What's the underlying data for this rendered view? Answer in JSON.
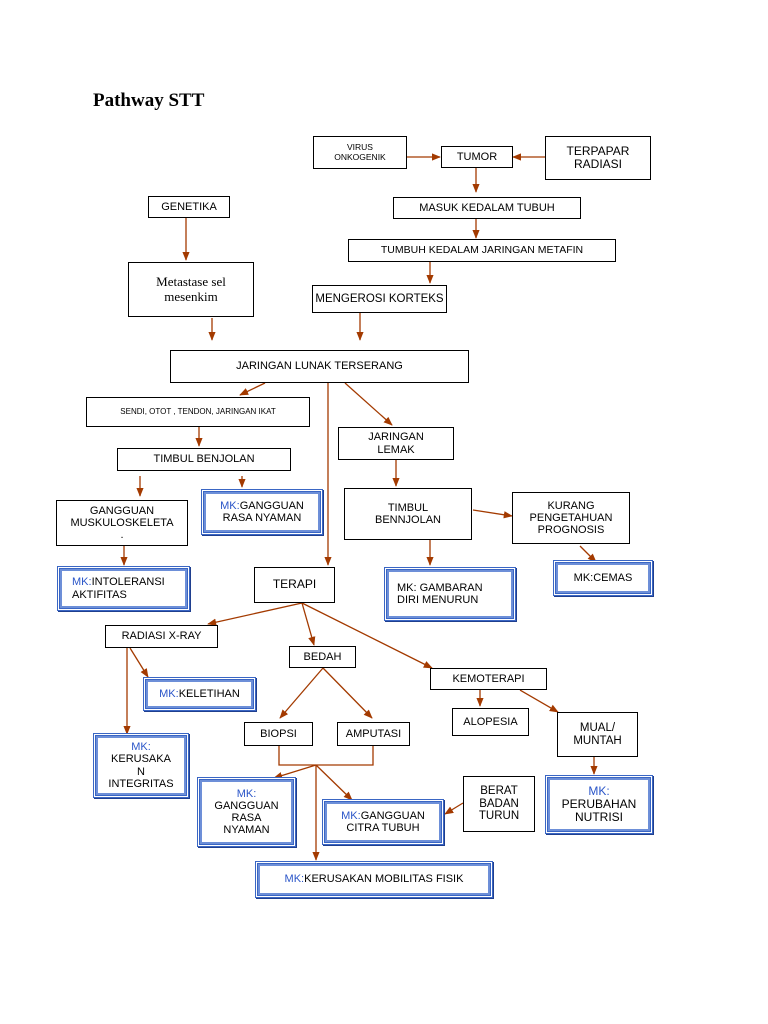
{
  "title": "Pathway STT",
  "nodes": {
    "virus": "VIRUS\nONKOGENIK",
    "tumor": "TUMOR",
    "terpapar": "TERPAPAR\nRADIASI",
    "genetika": "GENETIKA",
    "masuk": "MASUK KEDALAM TUBUH",
    "tumbuh": "TUMBUH KEDALAM JARINGAN METAFIN",
    "metastase": "Metastase sel\nmesenkim",
    "mengerosi": "MENGEROSI KORTEKS",
    "jaringan_lunak": "JARINGAN LUNAK TERSERANG",
    "sendi": "SENDI, OTOT , TENDON, JARINGAN IKAT",
    "jaringan_lemak": "JARINGAN\nLEMAK",
    "timbul_benjolan": "TIMBUL BENJOLAN",
    "timbul_bennjolan": "TIMBUL\nBENNJOLAN",
    "kurang": "KURANG\nPENGETAHUAN\nPROGNOSIS",
    "gangguan_musk": "GANGGUAN\nMUSKULOSKELETA\n.",
    "terapi": "TERAPI",
    "radiasi": "RADIASI X-RAY",
    "bedah": "BEDAH",
    "kemoterapi": "KEMOTERAPI",
    "biopsi": "BIOPSI",
    "amputasi": "AMPUTASI",
    "alopesia": "ALOPESIA",
    "mual": "MUAL/\nMUNTAH",
    "berat": "BERAT\nBADAN\nTURUN"
  },
  "mk": {
    "prefix": "MK:",
    "rasa_nyaman_1": "GANGGUAN\nRASA NYAMAN",
    "intoleransi": "INTOLERANSI\nAKTIFITAS",
    "gambaran": " GAMBARAN\nDIRI MENURUN",
    "cemas": "CEMAS",
    "keletihan": "KELETIHAN",
    "kerusakan_integritas": "KERUSAKA\nN\nINTEGRITAS",
    "rasa_nyaman_2": "GANGGUAN\nRASA\nNYAMAN",
    "citra": "GANGGUAN\nCITRA TUBUH",
    "perubahan": "PERUBAHAN\nNUTRISI",
    "mobilitas": "KERUSAKAN MOBILITAS FISIK"
  }
}
